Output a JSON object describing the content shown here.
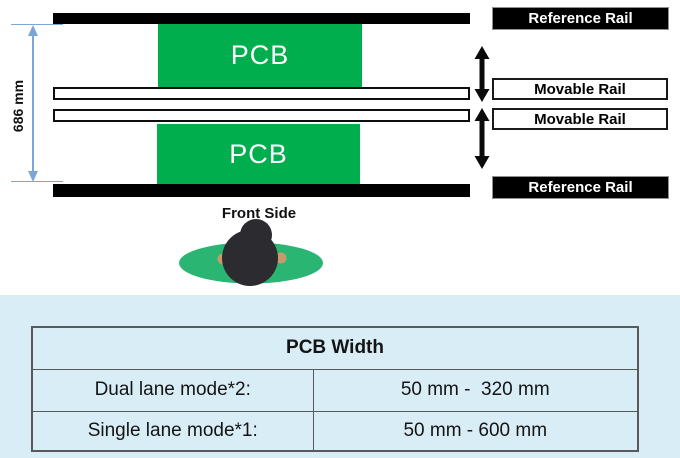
{
  "diagram": {
    "dimension": {
      "label": "686 mm"
    },
    "pcb_top": {
      "label": "PCB"
    },
    "pcb_bottom": {
      "label": "PCB"
    },
    "rail_labels": {
      "reference_top": "Reference Rail",
      "movable_top": "Movable Rail",
      "movable_bottom": "Movable Rail",
      "reference_bottom": "Reference Rail"
    },
    "front_side": {
      "label": "Front Side"
    },
    "colors": {
      "pcb_green": "#00AE4D",
      "rail_black": "#000000",
      "dimension_blue": "#7BA7D7",
      "arrow_black": "#0A0A0A",
      "person_body_green": "#2BB573",
      "person_head_dark": "#2B2B30",
      "person_skin": "#C79A6B",
      "band_background": "#D9EDF7",
      "table_border": "#595959"
    }
  },
  "table": {
    "title": "PCB Width",
    "rows": [
      {
        "label": "Dual lane mode*2:",
        "value": "50 mm -  320 mm"
      },
      {
        "label": "Single lane mode*1:",
        "value": "50 mm - 600 mm"
      }
    ]
  }
}
